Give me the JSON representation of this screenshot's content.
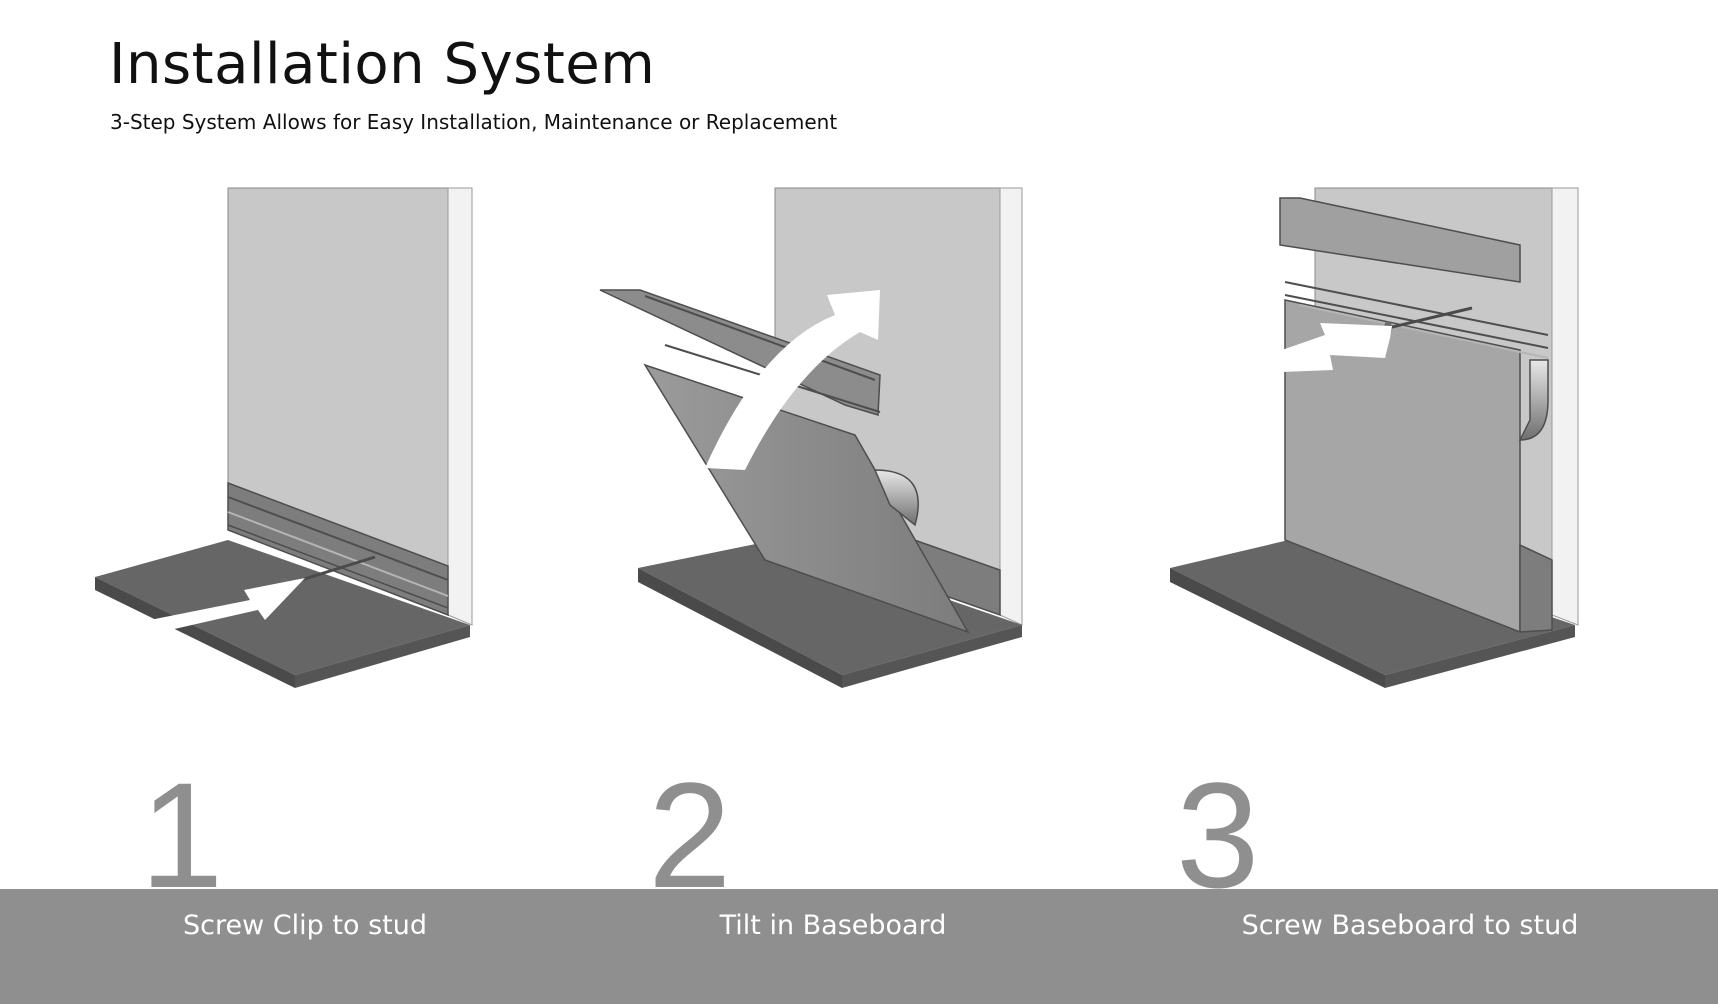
{
  "header": {
    "title": "Installation System",
    "subtitle": "3-Step System Allows for Easy Installation, Maintenance or Replacement"
  },
  "steps": [
    {
      "number": "1",
      "label": "Screw Clip to stud"
    },
    {
      "number": "2",
      "label": "Tilt in Baseboard"
    },
    {
      "number": "3",
      "label": "Screw Baseboard to stud"
    }
  ],
  "colors": {
    "band": "#8f8f8f",
    "number": "#8f8f8f",
    "wall": "#c8c8c8",
    "floor": "#666666",
    "metal": "#8a8a8a",
    "arrow": "#ffffff"
  }
}
